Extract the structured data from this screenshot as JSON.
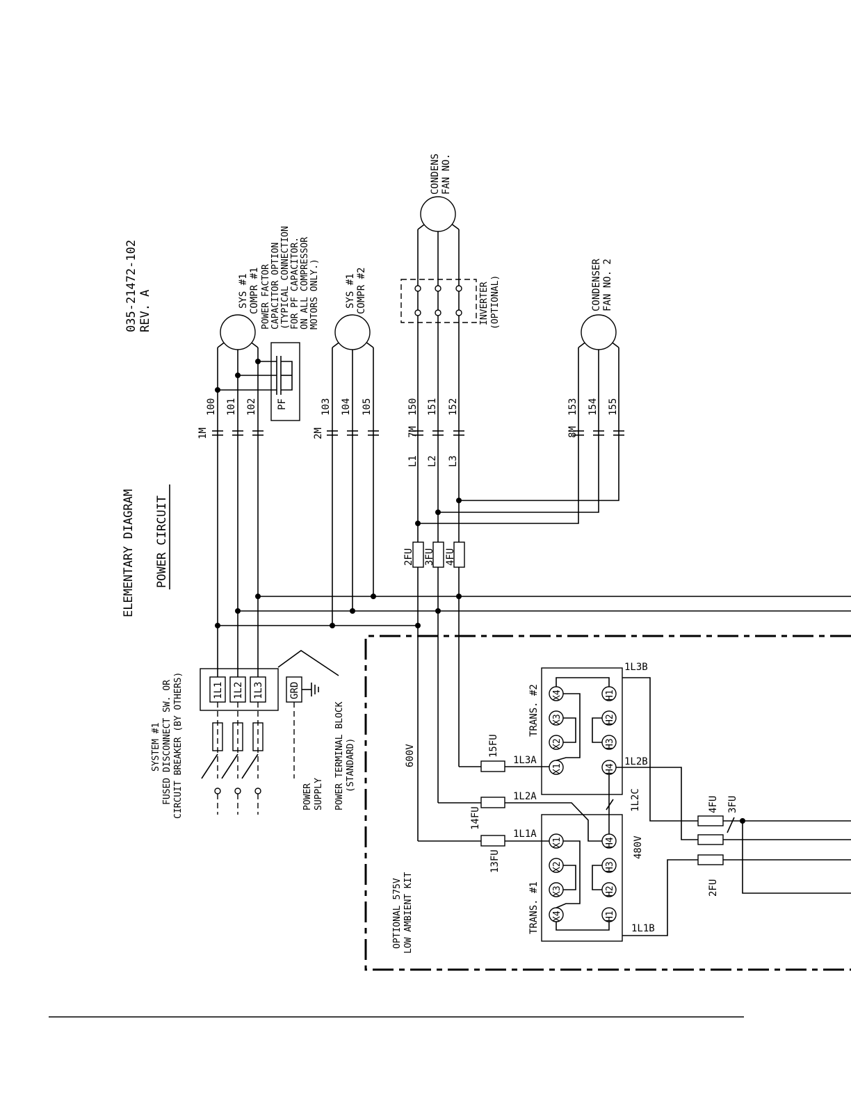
{
  "header": {
    "title": "ELEMENTARY DIAGRAM",
    "subtitle": "POWER CIRCUIT",
    "doc_number": "035-21472-102",
    "revision": "REV. A"
  },
  "disconnect": {
    "label_line1": "SYSTEM #1",
    "label_line2": "FUSED DISCONNECT SW. OR",
    "label_line3": "CIRCUIT BREAKER (BY OTHERS)",
    "terminals": [
      "1L1",
      "1L2",
      "1L3"
    ],
    "ground": "GRD",
    "power_supply_line1": "POWER",
    "power_supply_line2": "SUPPLY",
    "terminal_block_line1": "POWER TERMINAL BLOCK",
    "terminal_block_line2": "(STANDARD)"
  },
  "compressor1": {
    "contactor": "1M",
    "wires": [
      "100",
      "101",
      "102"
    ],
    "label_line1": "SYS #1",
    "label_line2": "COMPR #1"
  },
  "power_factor": {
    "pf": "PF",
    "line1": "POWER FACTOR",
    "line2": "CAPACITOR OPTION",
    "line3": "(TYPICAL CONNECTION",
    "line4": "FOR PF CAPACITOR.",
    "line5": "ON ALL COMPRESSOR",
    "line6": "MOTORS ONLY.)"
  },
  "compressor2": {
    "contactor": "2M",
    "wires": [
      "103",
      "104",
      "105"
    ],
    "label_line1": "SYS #1",
    "label_line2": "COMPR #2"
  },
  "fan1": {
    "contactor": "7M",
    "wires": [
      "150",
      "151",
      "152"
    ],
    "phases": [
      "L1",
      "L2",
      "L3"
    ],
    "fuses": [
      "2FU",
      "3FU",
      "4FU"
    ],
    "label_line1": "CONDENS",
    "label_line2": "FAN NO.",
    "inverter_line1": "INVERTER",
    "inverter_line2": "(OPTIONAL)"
  },
  "fan2": {
    "contactor": "8M",
    "wires": [
      "153",
      "154",
      "155"
    ],
    "label_line1": "CONDENSER",
    "label_line2": "FAN NO. 2"
  },
  "kit": {
    "label_line1": "OPTIONAL 575V",
    "label_line2": "LOW AMBIENT KIT",
    "v600": "600V",
    "v480": "480V",
    "fuses_in": [
      "13FU",
      "14FU",
      "15FU"
    ],
    "lines_in": [
      "1L1A",
      "1L2A",
      "1L3A"
    ],
    "lines_out": [
      "1L1B",
      "1L2B",
      "1L2C",
      "1L3B"
    ],
    "fuses_out": [
      "2FU",
      "3FU",
      "4FU"
    ],
    "trans1": "TRANS. #1",
    "trans2": "TRANS. #2",
    "x_terms": [
      "X1",
      "X2",
      "X3",
      "X4"
    ],
    "h_terms": [
      "H1",
      "H2",
      "H3",
      "H4"
    ]
  }
}
